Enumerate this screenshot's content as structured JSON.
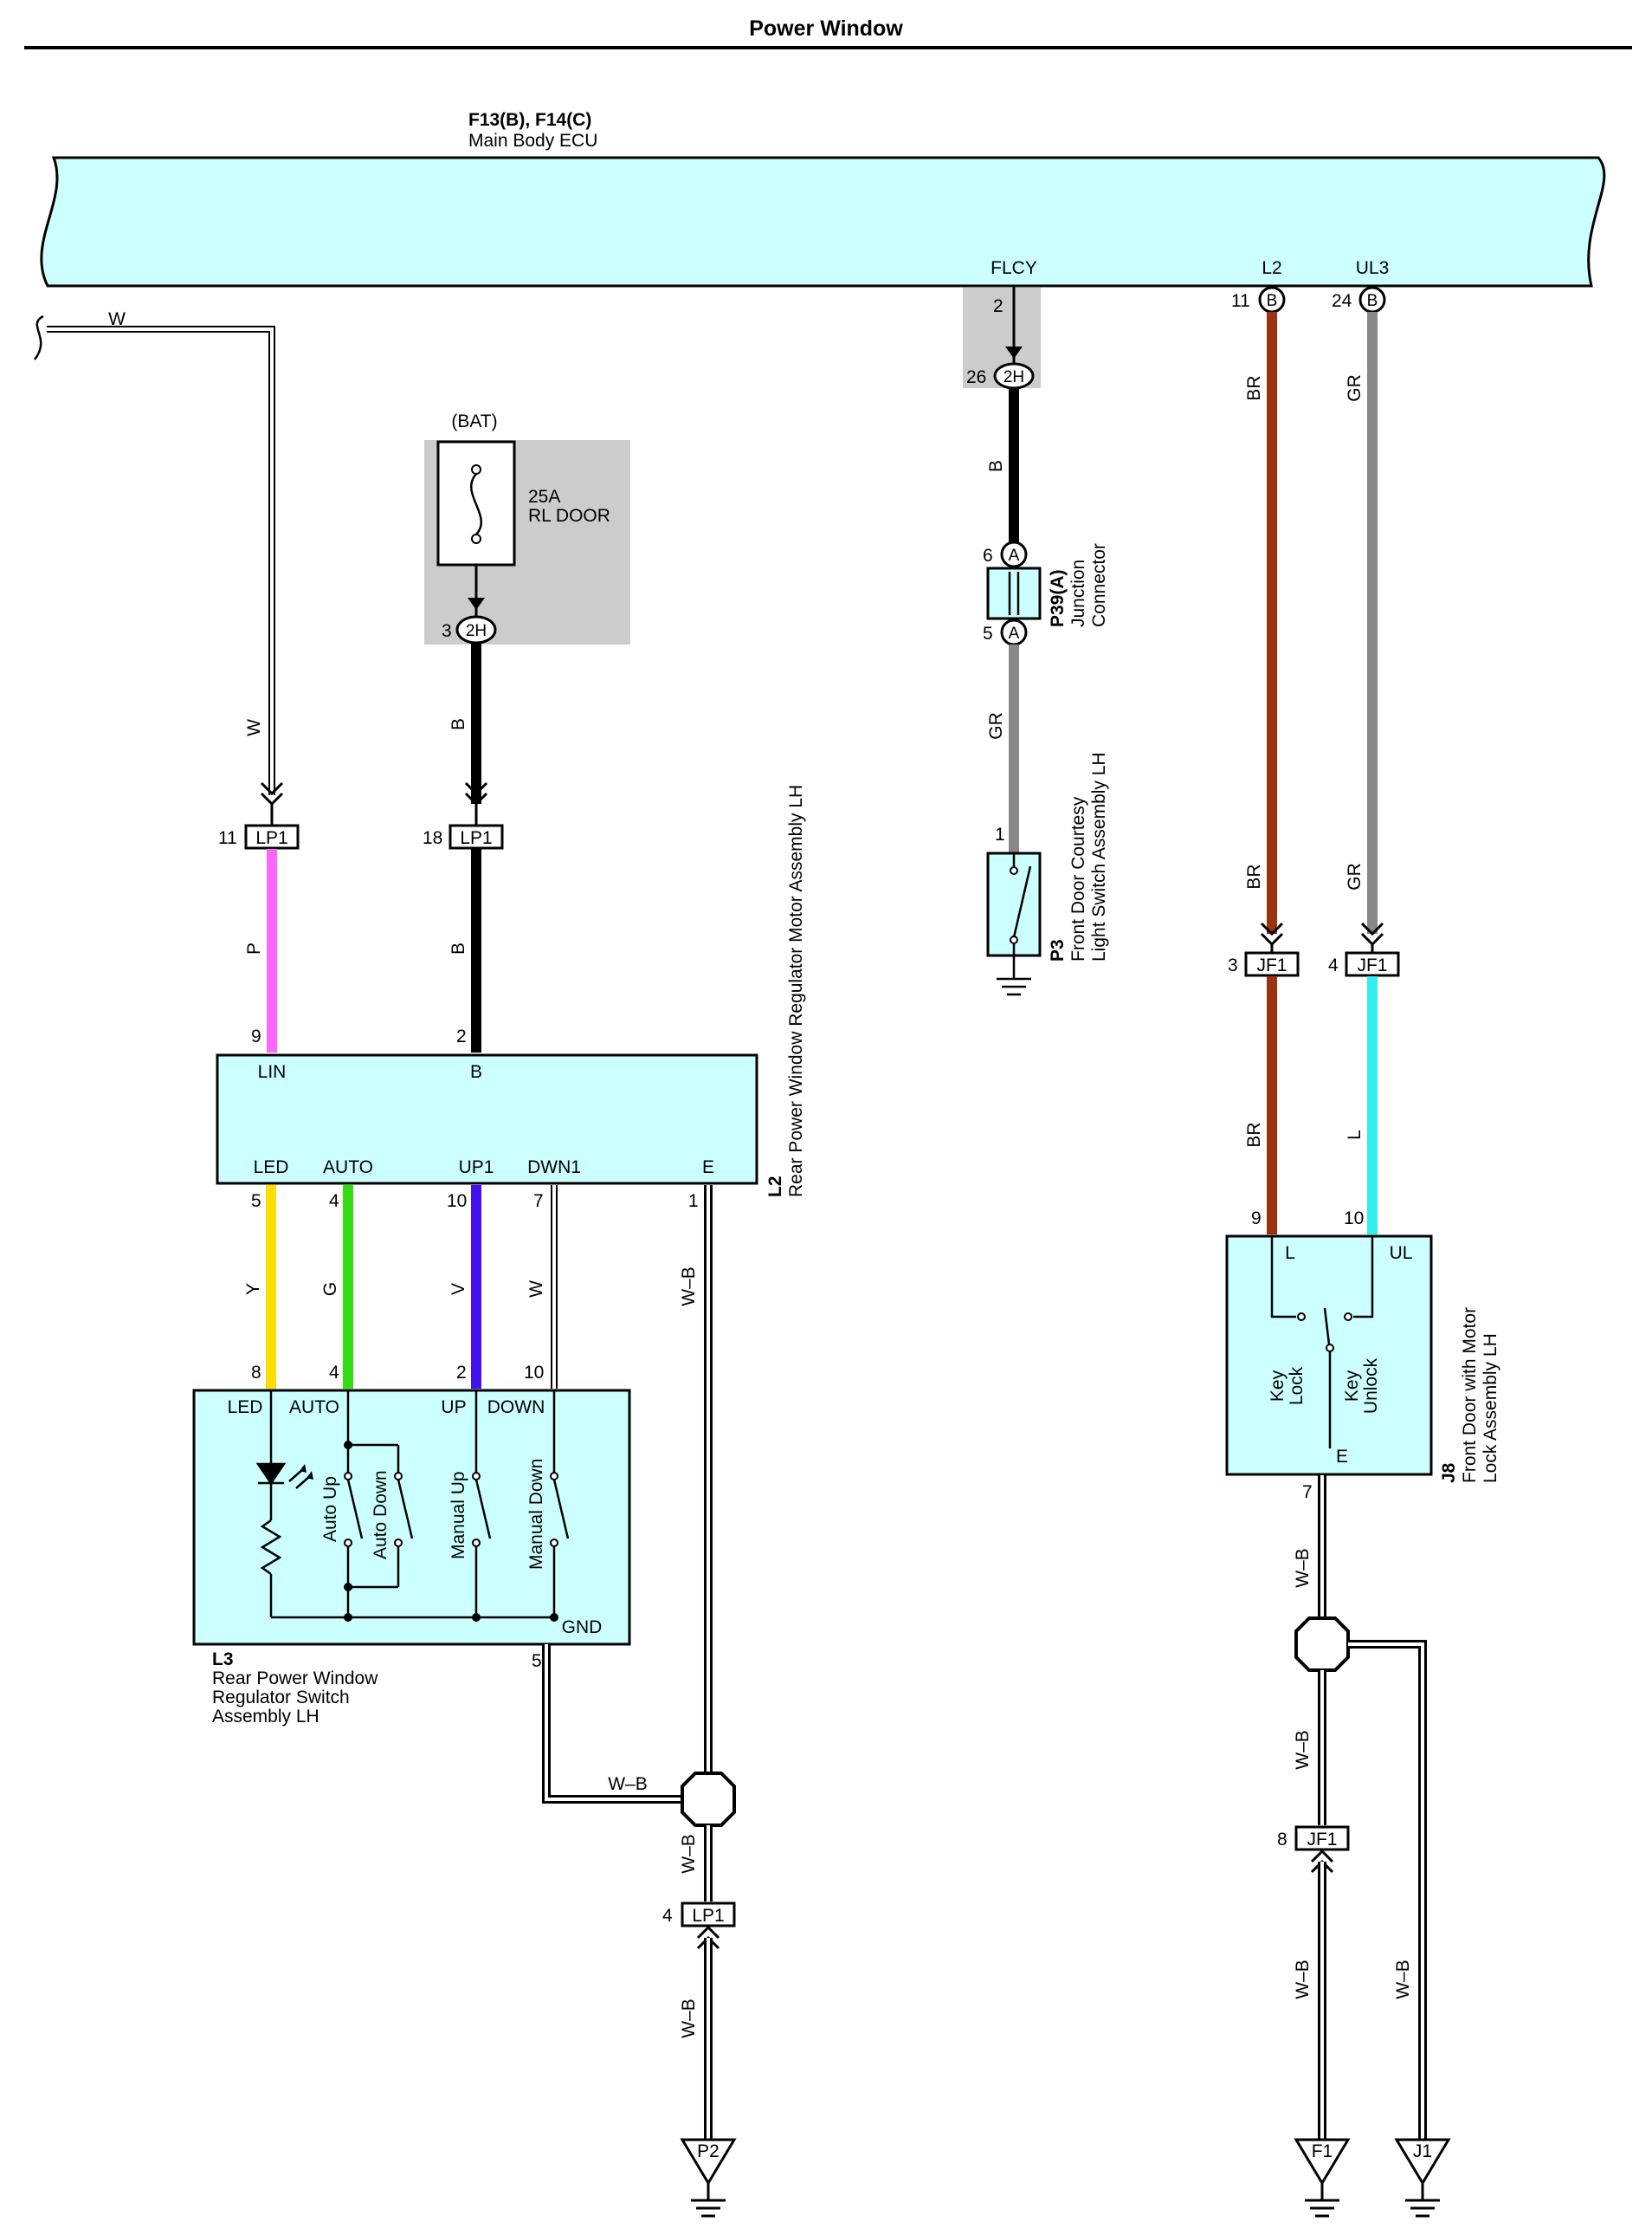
{
  "title": "Power Window",
  "ecu": {
    "refs": "F13(B), F14(C)",
    "name": "Main Body ECU",
    "pins": {
      "flcy": "FLCY",
      "l2": "L2",
      "ul3": "UL3"
    }
  },
  "fuse": {
    "source": "(BAT)",
    "rating": "25A",
    "name": "RL DOOR"
  },
  "connectors": {
    "h2": "2H",
    "lp1": "LP1",
    "jf1": "JF1",
    "b": "B",
    "a": "A"
  },
  "pin_numbers": {
    "ecu_b11": "11",
    "ecu_b24": "24",
    "flcy_2": "2",
    "jc_26": "26",
    "fuse_3": "3",
    "lp1_w": "11",
    "lp1_b": "18",
    "pa_6": "6",
    "pa_5": "5",
    "p3_1": "1",
    "jf1_br": "3",
    "jf1_gr": "4",
    "jf1_wb": "8",
    "lp1_wb": "4",
    "l2_9": "9",
    "l2_2": "2",
    "l2_5": "5",
    "l2_4": "4",
    "l2_10": "10",
    "l2_7": "7",
    "l2_1": "1",
    "l3_8": "8",
    "l3_4": "4",
    "l3_2": "2",
    "l3_10": "10",
    "l3_5": "5",
    "j8_9": "9",
    "j8_10": "10",
    "j8_7": "7"
  },
  "wire_colors": {
    "w": "W",
    "b": "B",
    "gr": "GR",
    "br": "BR",
    "p": "P",
    "y": "Y",
    "g": "G",
    "v": "V",
    "l": "L",
    "wb": "W–B"
  },
  "l2": {
    "code": "L2",
    "name": "Rear Power Window Regulator Motor Assembly LH",
    "terminals": {
      "lin": "LIN",
      "b": "B",
      "led": "LED",
      "auto": "AUTO",
      "up1": "UP1",
      "dwn1": "DWN1",
      "e": "E"
    }
  },
  "l3": {
    "code": "L3",
    "name_lines": [
      "Rear Power Window",
      "Regulator Switch",
      "Assembly LH"
    ],
    "terminals": {
      "led": "LED",
      "auto": "AUTO",
      "up": "UP",
      "down": "DOWN",
      "gnd": "GND"
    },
    "switches": {
      "auto_up": "Auto Up",
      "auto_down": "Auto Down",
      "manual_up": "Manual Up",
      "manual_down": "Manual Down"
    }
  },
  "p39": {
    "code": "P39(A)",
    "name_lines": [
      "Junction",
      "Connector"
    ]
  },
  "p3": {
    "code": "P3",
    "name_lines": [
      "Front Door Courtesy",
      "Light Switch Assembly LH"
    ]
  },
  "j8": {
    "code": "J8",
    "name_lines": [
      "Front Door with Motor",
      "Lock Assembly LH"
    ],
    "terminals": {
      "l": "L",
      "ul": "UL",
      "e": "E"
    },
    "switches": {
      "key_lock": [
        "Key",
        "Lock"
      ],
      "key_unlock": [
        "Key",
        "Unlock"
      ]
    }
  },
  "grounds": {
    "p2": "P2",
    "f1": "F1",
    "j1": "J1"
  },
  "colors": {
    "component_fill": "#ccffff",
    "shade": "#cccccc",
    "pink": "#ff66ff",
    "yellow": "#ffdd00",
    "green": "#33dd11",
    "violet": "#4411ee",
    "brown": "#993311",
    "gray": "#888888",
    "cyan": "#33eeee",
    "black": "#000000"
  }
}
